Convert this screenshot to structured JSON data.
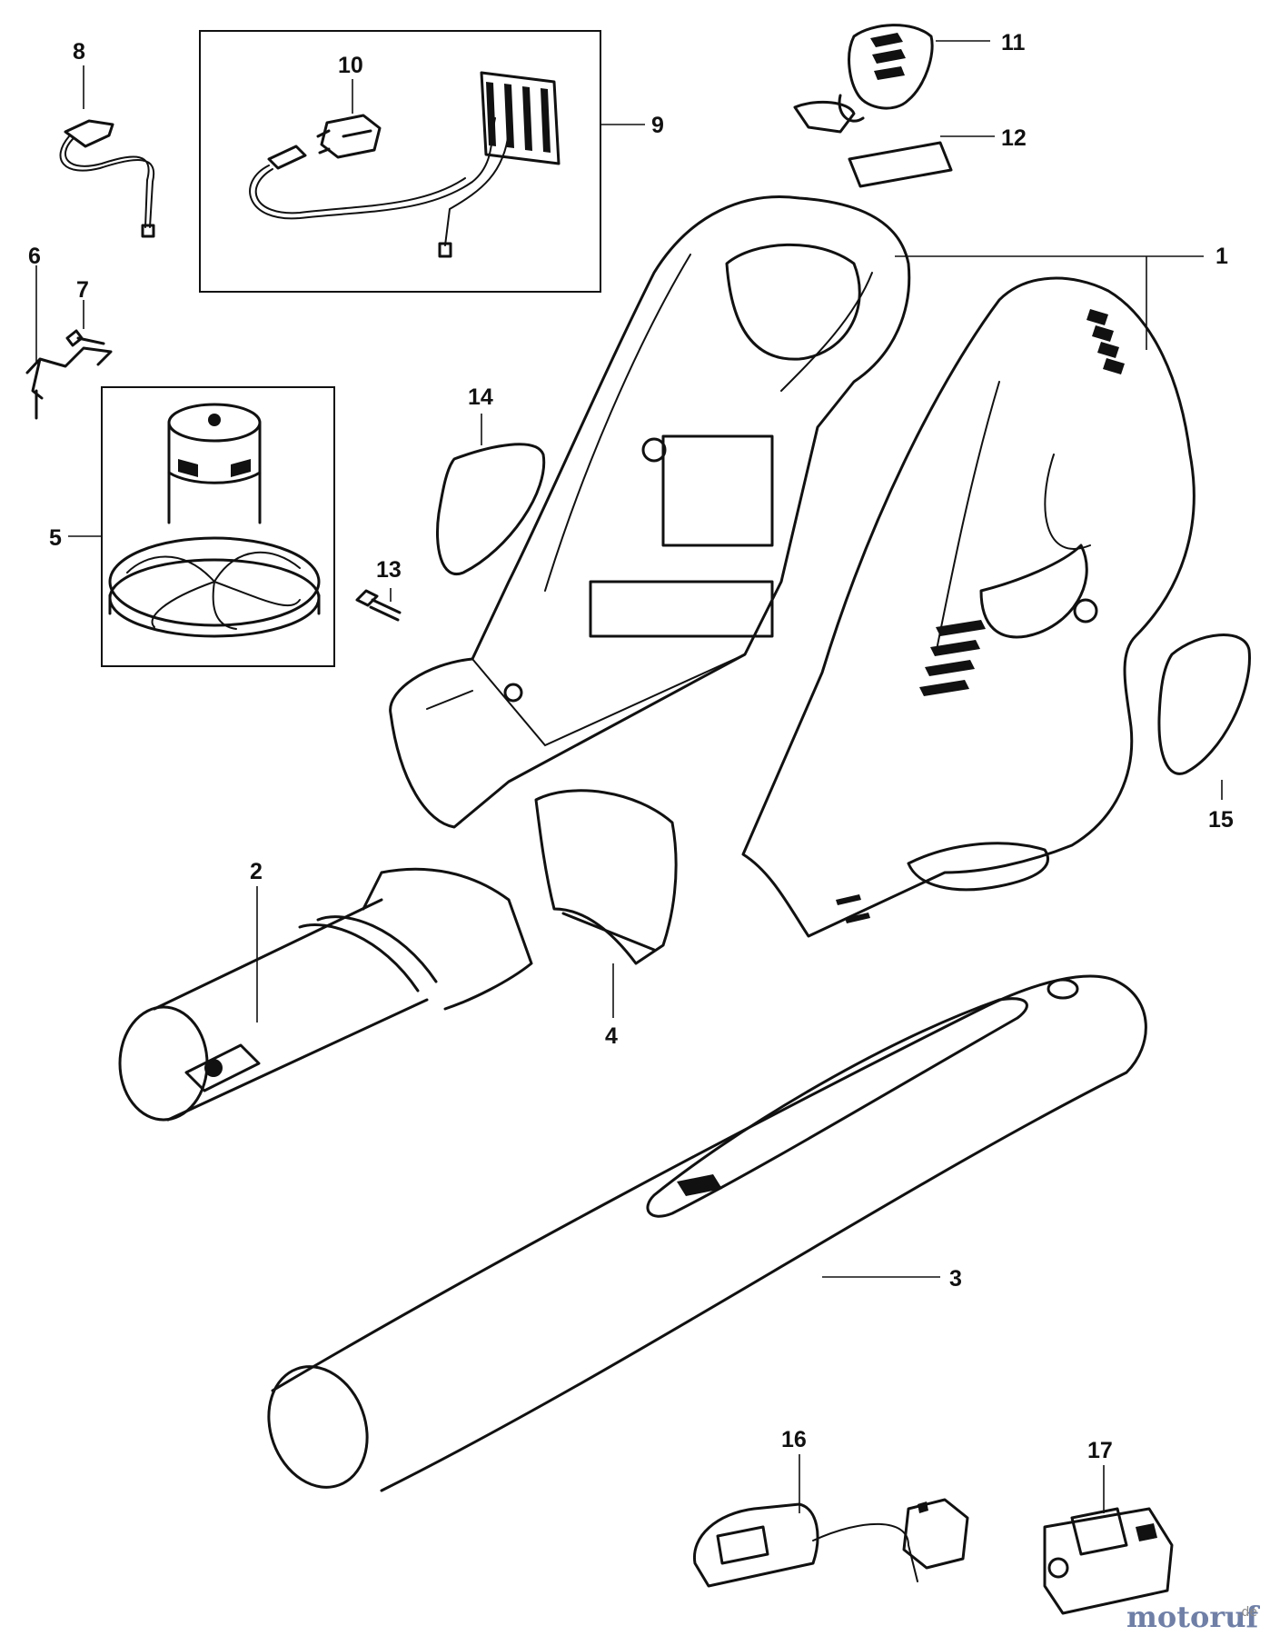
{
  "diagram": {
    "callouts": {
      "c1": "1",
      "c2": "2",
      "c3": "3",
      "c4": "4",
      "c5": "5",
      "c6": "6",
      "c7": "7",
      "c8": "8",
      "c9": "9",
      "c10": "10",
      "c11": "11",
      "c12": "12",
      "c13": "13",
      "c14": "14",
      "c15": "15",
      "c16": "16",
      "c17": "17"
    },
    "watermark": {
      "brand": "motoruf",
      "tld": ".de",
      "brand_color": "#6f7fa6"
    },
    "line_color": "#111111",
    "background": "#ffffff"
  }
}
